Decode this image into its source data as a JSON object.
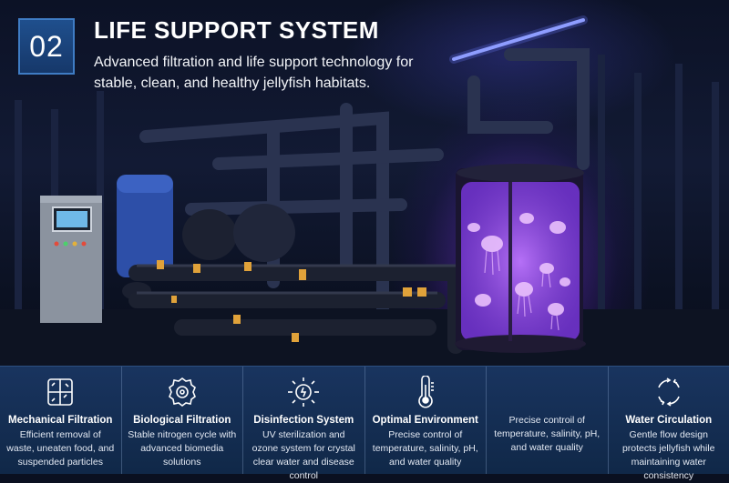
{
  "header": {
    "number": "02",
    "title": "LIFE SUPPORT SYSTEM",
    "subtitle": "Advanced filtration and life support technology for stable, clean, and healthy jellyfish habitats."
  },
  "features": [
    {
      "title": "Mechanical Filtration",
      "description": "Efficient removal of waste, uneaten food, and suspended particles",
      "icon": "filter-grid-icon"
    },
    {
      "title": "Biological Filtration",
      "description": "Stable nitrogen cycle with advanced biomedia solutions",
      "icon": "bio-gear-icon"
    },
    {
      "title": "Disinfection System",
      "description": "UV sterilization and ozone system for crystal clear water and disease control",
      "icon": "uv-lamp-icon"
    },
    {
      "title": "Optimal Environment",
      "description": "Precise control of temperature, salinity, pH, and water quality",
      "icon": "thermometer-icon"
    },
    {
      "title": "",
      "description": "Precise controil of temperature, salinity, pH, and water quality",
      "icon": ""
    },
    {
      "title": "Water Circulation",
      "description": "Gentle flow design protects jellyfish while maintaining water consistency",
      "icon": "circulation-arrows-icon"
    }
  ]
}
